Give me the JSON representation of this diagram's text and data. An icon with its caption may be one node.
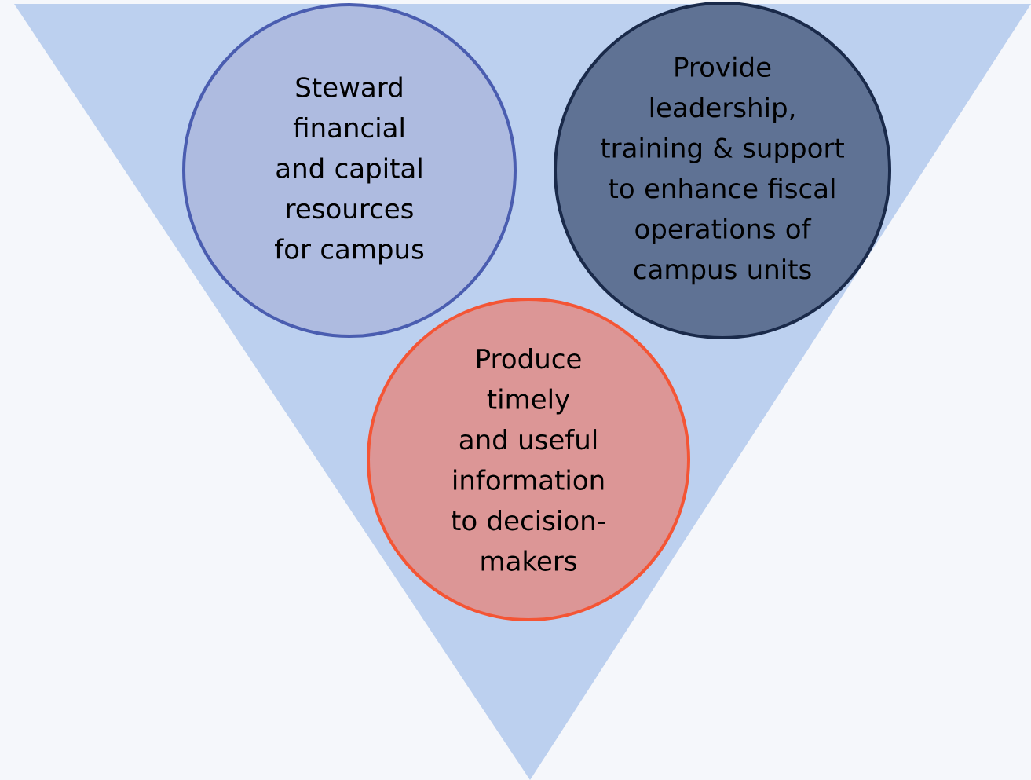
{
  "diagram": {
    "nodes": [
      {
        "text": [],
        "shape": "triangle"
      },
      {
        "text": [
          "Steward financial and capital resources for campus"
        ],
        "in": 0
      },
      {
        "text": [
          "Provide leadership, training & support to enhance fiscal operations of campus units"
        ],
        "in": 0
      },
      {
        "text": [
          "Produce timely and useful information to decision-makers"
        ],
        "in": 0
      }
    ]
  }
}
